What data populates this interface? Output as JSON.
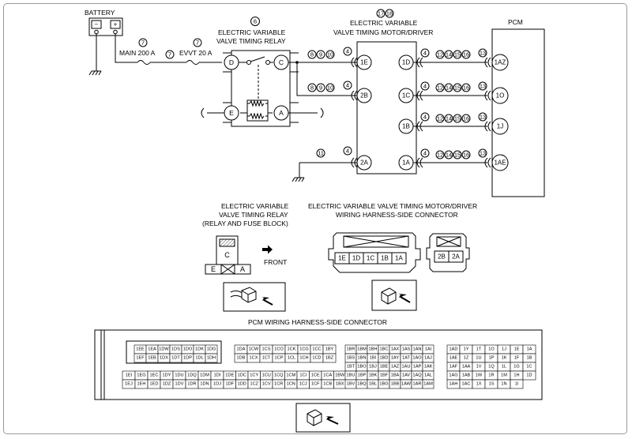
{
  "labels": {
    "battery": "BATTERY",
    "relay_title_1": "ELECTRIC VARIABLE",
    "relay_title_2": "VALVE TIMING RELAY",
    "motor_title_1": "ELECTRIC VARIABLE",
    "motor_title_2": "VALVE TIMING MOTOR/DRIVER",
    "pcm": "PCM",
    "main_fuse": "MAIN 200 A",
    "evvt_fuse": "EVVT 20 A",
    "relay_conn_1": "ELECTRIC VARIABLE",
    "relay_conn_2": "VALVE TIMING RELAY",
    "relay_conn_3": "(RELAY AND FUSE BLOCK)",
    "motor_conn_1": "ELECTRIC VARIABLE VALVE TIMING MOTOR/DRIVER",
    "motor_conn_2": "WIRING HARNESS-SIDE CONNECTOR",
    "front": "FRONT",
    "pcm_conn": "PCM WIRING HARNESS-SIDE CONNECTOR"
  },
  "circle_nums": {
    "relay": "6",
    "motor_a": "17",
    "motor_b": "18",
    "main_fuse": "7",
    "mid": "7",
    "evvt_fuse": "7",
    "ground2a": "11",
    "n4": "4",
    "n8": "8",
    "n9": "9",
    "n10": "10",
    "n12": "12",
    "n13": "13",
    "n14": "14",
    "n15": "15",
    "n16": "16"
  },
  "relay_terminals": {
    "D": "D",
    "C": "C",
    "E": "E",
    "A": "A"
  },
  "motor_left_pins": [
    "1E",
    "2B",
    "2A"
  ],
  "motor_right_pins": [
    "1D",
    "1C",
    "1B",
    "1A"
  ],
  "pcm_pins": [
    "1AZ",
    "1O",
    "1J",
    "1AE"
  ],
  "relay_conn_pins": [
    "C",
    "E",
    "A"
  ],
  "motor_conn_pins": [
    "1E",
    "1D",
    "1C",
    "1B",
    "1A"
  ],
  "motor_conn2_pins": [
    "2B",
    "2A"
  ],
  "pcm_grid_1": [
    [
      "1EE",
      "1EA",
      "1DW",
      "1DS",
      "1DO",
      "1DK",
      "1DG"
    ],
    [
      "1EF",
      "1EB",
      "1DX",
      "1DT",
      "1DP",
      "1DL",
      "1DH"
    ],
    [
      "1EI",
      "1EG",
      "1EC",
      "1DY",
      "1DU",
      "1DQ",
      "1DM",
      "1DI"
    ],
    [
      "1EJ",
      "1EH",
      "1ED",
      "1DZ",
      "1DV",
      "1DR",
      "1DN",
      "1DJ"
    ]
  ],
  "pcm_grid_2": [
    [
      "1DA",
      "1CW",
      "1CS",
      "1CO",
      "1CK",
      "1CG",
      "1CC",
      "1BY"
    ],
    [
      "1DB",
      "1CX",
      "1CT",
      "1CP",
      "1CL",
      "1CH",
      "1CD",
      "1BZ"
    ],
    [
      "1DE",
      "1DC",
      "1CY",
      "1CU",
      "1CQ",
      "1CM",
      "1CI",
      "1CE",
      "1CA",
      "1BW"
    ],
    [
      "1DF",
      "1DD",
      "1CZ",
      "1CV",
      "1CR",
      "1CN",
      "1CJ",
      "1CF",
      "1CB",
      "1BX"
    ]
  ],
  "pcm_grid_3": [
    [
      "1BR",
      "1BM",
      "1BH",
      "1BC",
      "1AX",
      "1AS",
      "1AN",
      "1AI"
    ],
    [
      "1BS",
      "1BN",
      "1BI",
      "1BD",
      "1AY",
      "1AT",
      "1AO",
      "1AJ"
    ],
    [
      "1BT",
      "1BO",
      "1BJ",
      "1BE",
      "1AZ",
      "1AU",
      "1AP",
      "1AK"
    ],
    [
      "1BU",
      "1BP",
      "1BK",
      "1BF",
      "1BA",
      "1AV",
      "1AQ",
      "1AL"
    ],
    [
      "1BV",
      "1BQ",
      "1BL",
      "1BG",
      "1BB",
      "1AW",
      "1AR",
      "1AM"
    ]
  ],
  "pcm_grid_4": [
    [
      "1AD",
      "1Y",
      "1T",
      "1O",
      "1J",
      "1E",
      "1A"
    ],
    [
      "1AE",
      "1Z",
      "1U",
      "1P",
      "1K",
      "1F",
      "1B"
    ],
    [
      "1AF",
      "1AA",
      "1V",
      "1Q",
      "1L",
      "1G",
      "1C"
    ],
    [
      "1AG",
      "1AB",
      "1W",
      "1R",
      "1M",
      "1H",
      "1D"
    ],
    [
      "1AH",
      "1AC",
      "1X",
      "1S",
      "1N",
      "1I"
    ]
  ]
}
